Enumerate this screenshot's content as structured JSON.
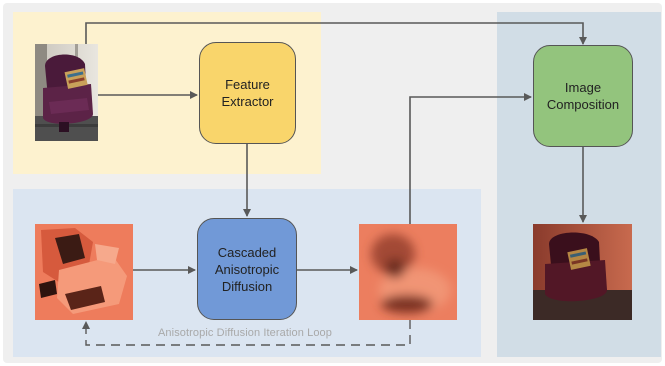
{
  "diagram": {
    "nodes": {
      "feature_extractor": "Feature\nExtractor",
      "cascaded_diffusion": "Cascaded\nAnisotropic\nDiffusion",
      "image_composition": "Image\nComposition"
    },
    "loop_label": "Anisotropic Diffusion Iteration Loop",
    "images": [
      {
        "name": "input photo",
        "depicts": "purple armchair with striped pillow"
      },
      {
        "name": "feature map",
        "depicts": "sharp orange feature map of chair"
      },
      {
        "name": "diffused map",
        "depicts": "smoothed orange diffusion result"
      },
      {
        "name": "output photo",
        "depicts": "composited darkened chair image"
      }
    ],
    "colors": {
      "feature_region": "#fdf2cf",
      "diffusion_region": "#dbe5f1",
      "composition_region": "#d1dde6",
      "feature_node": "#f9d56b",
      "diffusion_node": "#7199d7",
      "composition_node": "#93c47d",
      "arrow": "#595959"
    }
  }
}
